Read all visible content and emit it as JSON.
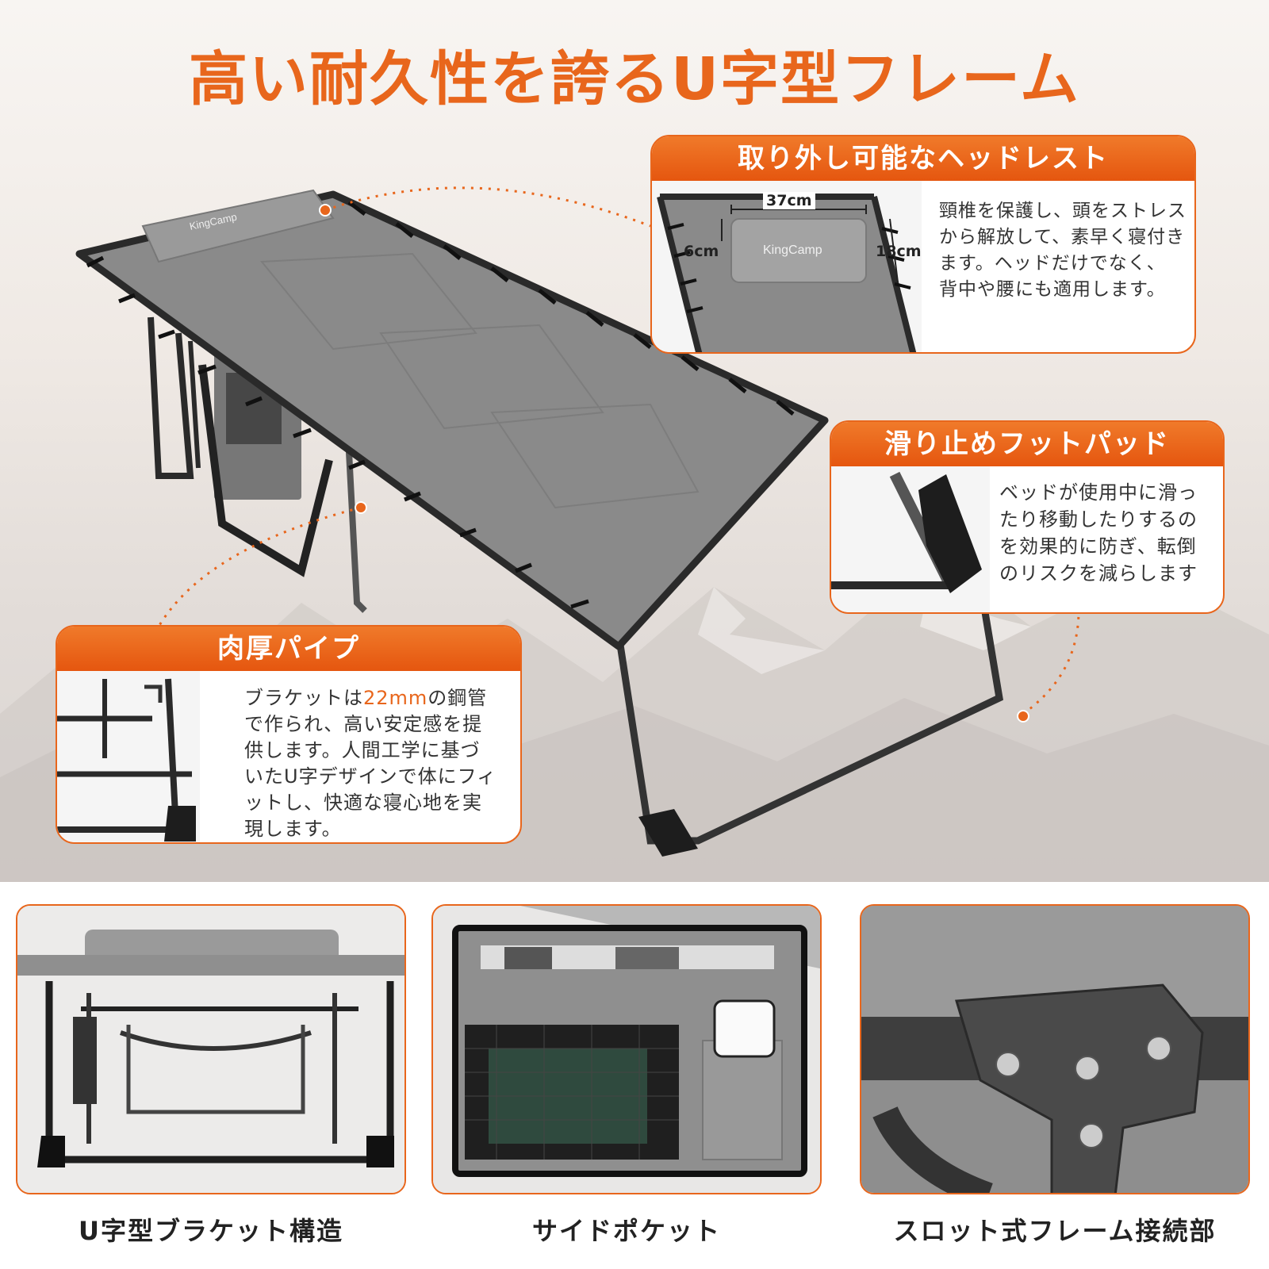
{
  "title": "高い耐久性を誇るU字型フレーム",
  "brand": "KingCamp",
  "headrest": {
    "header": "取り外し可能なヘッドレスト",
    "dim_width": "37cm",
    "dim_thickness": "6cm",
    "dim_height": "18cm",
    "lines": [
      "頸椎を保護し、頭をストレス",
      "から解放して、素早く寝付き",
      "ます。ヘッドだけでなく、",
      "背中や腰にも適用します。"
    ]
  },
  "footpad": {
    "header": "滑り止めフットパッド",
    "lines": [
      "ベッドが使用中に滑っ",
      "たり移動したりするの",
      "を効果的に防ぎ、転倒",
      "のリスクを減らします"
    ]
  },
  "pipe": {
    "header": "肉厚パイプ",
    "line1_prefix": "ブラケットは",
    "line1_accent": "22mm",
    "line1_suffix": "の鋼管",
    "lines": [
      "で作られ、高い安定感を提",
      "供します。人間工学に基づ",
      "いたU字デザインで体にフィ",
      "ットし、快適な寝心地を実",
      "現します。"
    ]
  },
  "panels": [
    {
      "caption": "U字型ブラケット構造"
    },
    {
      "caption": "サイドポケット"
    },
    {
      "caption": "スロット式フレーム接続部"
    }
  ],
  "colors": {
    "accent": "#e8661c",
    "fabric": "#8c8c8c",
    "frame": "#2a2a2a"
  }
}
